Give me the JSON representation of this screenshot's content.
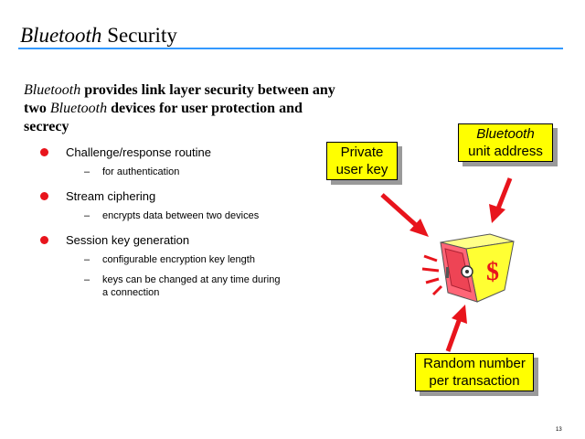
{
  "slide": {
    "title_italic": "Bluetooth",
    "title_rest": " Security",
    "intro": {
      "part1": "Bluetooth",
      "part2": " provides link layer security between any two ",
      "part3": "Bluetooth",
      "part4": " devices for user protection and secrecy"
    },
    "bullets": [
      {
        "label": "Challenge/response routine",
        "subs": [
          "for authentication"
        ]
      },
      {
        "label": "Stream ciphering",
        "subs": [
          "encrypts data between two devices"
        ]
      },
      {
        "label": "Session key generation",
        "subs": [
          "configurable encryption key length",
          "keys can be changed at any time during a connection"
        ]
      }
    ],
    "callouts": {
      "private_key": {
        "line1": "Private",
        "line2": "user key"
      },
      "unit_address": {
        "line1": "Bluetooth",
        "line2": "unit address"
      },
      "random_number": {
        "line1": "Random number",
        "line2": "per transaction"
      }
    },
    "safe_symbol": "$",
    "page_number": "13"
  },
  "colors": {
    "title_rule": "#3399ff",
    "bullet": "#e8141c",
    "callout_bg": "#ffff00",
    "arrow": "#e8141c",
    "safe_body": "#ff6677",
    "safe_side": "#ffff33"
  },
  "icons": [
    "bullet-dot-icon",
    "arrow-icon",
    "safe-icon",
    "dollar-sign-icon"
  ]
}
